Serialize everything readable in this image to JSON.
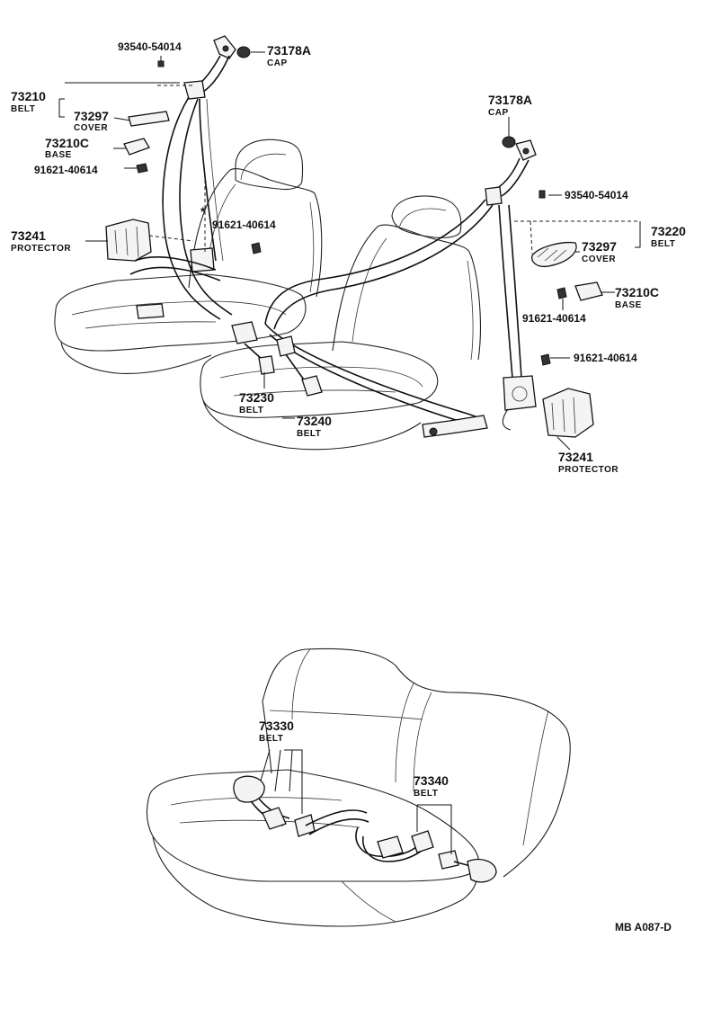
{
  "labels": {
    "bolt_93540_left": "93540-54014",
    "cap_73178a_left": "73178A",
    "cap_left_name": "CAP",
    "belt_73210": "73210",
    "belt_73210_name": "BELT",
    "cover_73297_left": "73297",
    "cover_left_name": "COVER",
    "base_73210c_left": "73210C",
    "base_left_name": "BASE",
    "bolt_91621_left_a": "91621-40614",
    "bolt_91621_left_b": "91621-40614",
    "asterisk_mark": "*",
    "protector_73241_left": "73241",
    "protector_left_name": "PROTECTOR",
    "cap_73178a_right": "73178A",
    "cap_right_name": "CAP",
    "bolt_93540_right": "93540-54014",
    "belt_73220": "73220",
    "belt_73220_name": "BELT",
    "cover_73297_right": "73297",
    "cover_right_name": "COVER",
    "base_73210c_right": "73210C",
    "base_right_name": "BASE",
    "bolt_91621_right_a": "91621-40614",
    "bolt_91621_right_b": "91621-40614",
    "protector_73241_right": "73241",
    "protector_right_name": "PROTECTOR",
    "belt_73230": "73230",
    "belt_73230_name": "BELT",
    "belt_73240": "73240",
    "belt_73240_name": "BELT",
    "belt_73330": "73330",
    "belt_73330_name": "BELT",
    "belt_73340": "73340",
    "belt_73340_name": "BELT",
    "drawing_code": "MB A087-D"
  }
}
